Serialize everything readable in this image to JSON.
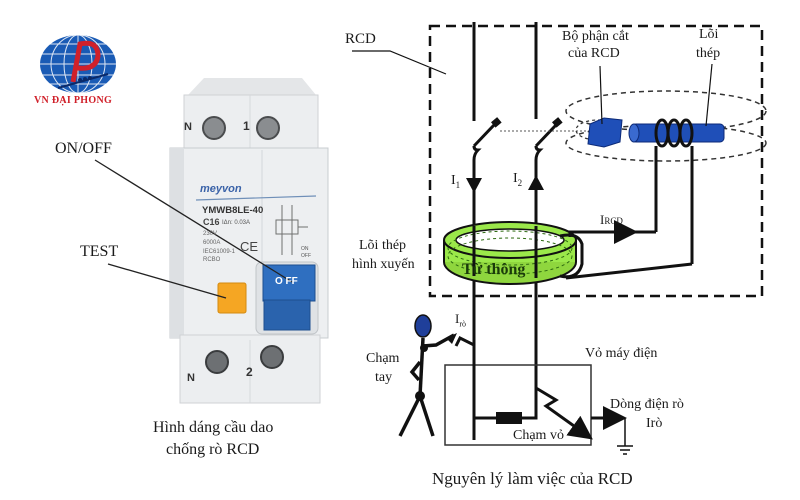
{
  "logo": {
    "text": "VN ĐẠI PHONG",
    "color": "#d0202a",
    "globe_color": "#1a5bb5"
  },
  "breaker": {
    "brand": "meyvon",
    "model": "YMWB8LE-40",
    "rating": "C16",
    "sensitivity": "IΔn: 0.03A",
    "voltage": "230V",
    "breaking_capacity": "6000A",
    "standard": "IEC61009-1",
    "type": "RCBO",
    "ce_mark": "CE",
    "terminal_top_left": "N",
    "terminal_top_right": "1",
    "terminal_bottom_left": "N",
    "terminal_bottom_right": "2",
    "toggle_text": "O FF",
    "switch_on_label": "ON",
    "switch_off_label": "OFF",
    "test_button_color": "#f5a623",
    "toggle_color": "#2f6fc0"
  },
  "left_labels": {
    "on_off": "ON/OFF",
    "test": "TEST",
    "caption_line1": "Hình dáng cầu dao",
    "caption_line2": "chống rò RCD"
  },
  "diagram": {
    "rcd_label": "RCD",
    "trip_unit_line1": "Bộ phận cắt",
    "trip_unit_line2": "của RCD",
    "steel_core_line1": "Lõi",
    "steel_core_line2": "thép",
    "i1": "I",
    "i1_sub": "1",
    "i2": "I",
    "i2_sub": "2",
    "ircd": "I",
    "ircd_sub": "RCD",
    "toroid_line1": "Lõi thép",
    "toroid_line2": "hình xuyến",
    "flux": "Từ thông",
    "iro": "I",
    "iro_sub": "rò",
    "touch_line1": "Chạm",
    "touch_line2": "tay",
    "housing": "Vỏ máy điện",
    "leak_line1": "Dòng điện rò",
    "leak_line2": "Irò",
    "short_case": "Chạm vỏ",
    "caption": "Nguyên lý làm việc của RCD",
    "toroid_color": "#9be84a",
    "trip_color": "#1f4fb8",
    "head_color": "#1f3f9a"
  }
}
